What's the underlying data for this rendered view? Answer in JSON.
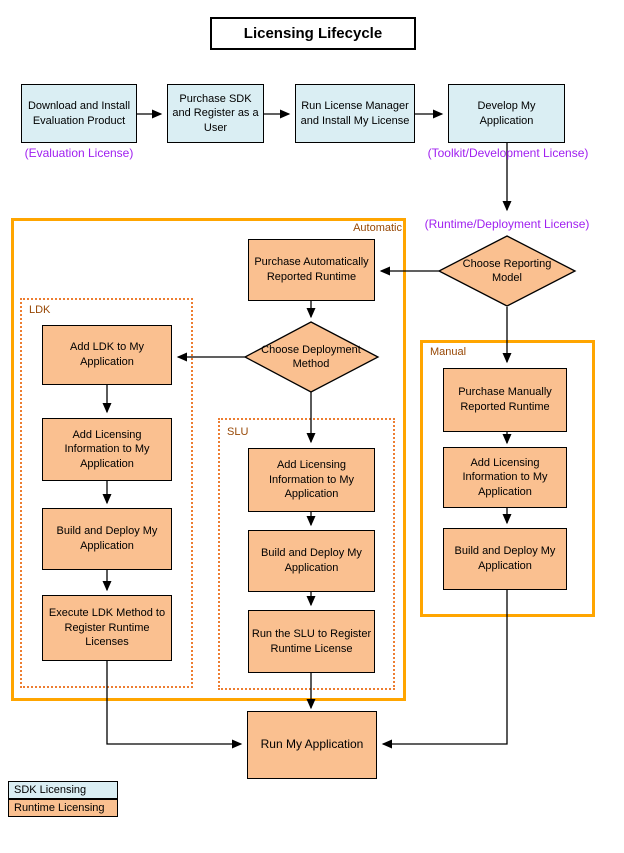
{
  "title": "Licensing Lifecycle",
  "colors": {
    "sdk_fill": "#DAEEF3",
    "runtime_fill": "#FAC090",
    "group_border_solid": "#FFA500",
    "group_border_dotted": "#ED7D31",
    "group_label_text": "#974806",
    "license_label_text": "#A020F0"
  },
  "top_row": [
    {
      "label": "Download and Install Evaluation Product"
    },
    {
      "label": "Purchase SDK and Register as a User"
    },
    {
      "label": "Run License Manager and Install My License"
    },
    {
      "label": "Develop My Application"
    }
  ],
  "license_labels": {
    "evaluation": "(Evaluation License)",
    "toolkit": "(Toolkit/Development License)",
    "runtime": "(Runtime/Deployment License)"
  },
  "decisions": {
    "reporting": "Choose Reporting Model",
    "deployment": "Choose Deployment Method"
  },
  "groups": {
    "automatic": "Automatic",
    "ldk": "LDK",
    "slu": "SLU",
    "manual": "Manual"
  },
  "nodes": {
    "purchase_auto": "Purchase Automatically Reported Runtime",
    "add_ldk": "Add LDK to My Application",
    "ldk_add_licensing": "Add Licensing Information to My Application",
    "ldk_build": "Build and Deploy My Application",
    "ldk_execute": "Execute LDK Method to Register Runtime Licenses",
    "slu_add_licensing": "Add Licensing Information to My Application",
    "slu_build": "Build and Deploy My Application",
    "slu_run": "Run the SLU to Register Runtime License",
    "manual_purchase": "Purchase Manually Reported Runtime",
    "manual_add_licensing": "Add Licensing Information to My Application",
    "manual_build": "Build and Deploy My Application",
    "run_app": "Run My Application"
  },
  "legend": [
    {
      "label": "SDK Licensing"
    },
    {
      "label": "Runtime Licensing"
    }
  ]
}
